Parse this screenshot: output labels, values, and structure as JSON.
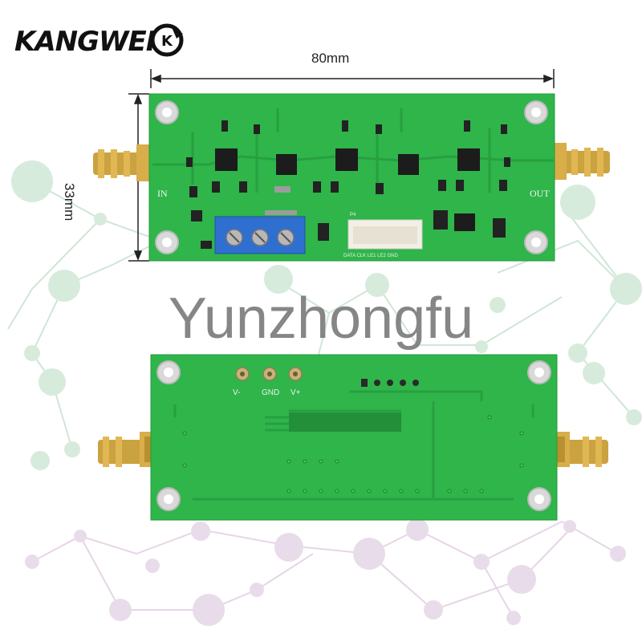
{
  "brand": {
    "name": "KANGWEI",
    "logo_letters": "K"
  },
  "watermark": "Yunzhongfu",
  "dimensions": {
    "width_label": "80mm",
    "height_label": "33mm"
  },
  "top_board": {
    "input_label": "IN",
    "output_label": "OUT",
    "header_label": "DATA CLK LE1 LE2 GND",
    "connector_label": "P4"
  },
  "bottom_board": {
    "pin_labels": [
      "V-",
      "GND",
      "V+"
    ]
  },
  "colors": {
    "pcb_green": "#2fb54a",
    "terminal_blue": "#2f6fd0",
    "gold": "#d9a23a"
  }
}
